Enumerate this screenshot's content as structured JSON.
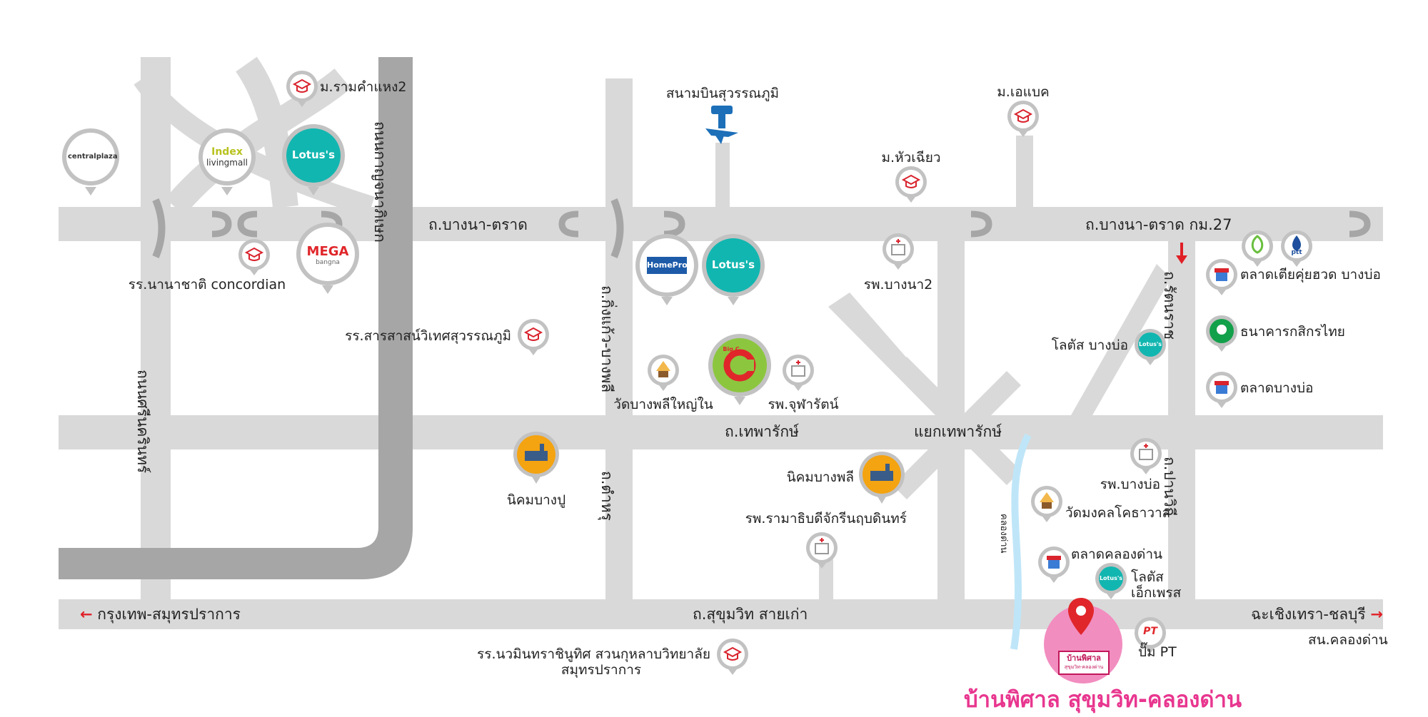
{
  "colors": {
    "road_light": "#d9d9d9",
    "road_dark": "#a6a6a6",
    "river": "#bfe6f8",
    "pin_ring": "#c2c2c2",
    "icon_red": "#d9232d",
    "accent_pink": "#e8368f",
    "arrow_red": "#e01f26",
    "lotus_teal": "#12b6b0",
    "factory_orange": "#f4a311"
  },
  "roads": {
    "bangna_trat": "ถ.บางนา-ตราด",
    "bangna_trat_km27": "ถ.บางนา-ตราด กม.27",
    "theparak": "ถ.เทพารักษ์",
    "sukhumvit": "ถ.สุขุมวิท สายเก่า",
    "srinakarin": "ถนนศรีนครินทร์",
    "kanchanaphisek": "ถนนกาญจนาภิเษก",
    "king_kaew": "ถ.กิ่งแก้ว-บางพลี",
    "tamru": "ถ.ตำหรุ",
    "kanchanawithi": "ถ.ปานวิถี",
    "rattanarat": "ถ.รัตนราช",
    "canal": "คลองด่าน",
    "to_bangkok": "กรุงเทพ-สมุทรปราการ",
    "to_chachoengsao": "ฉะเชิงเทรา-ชลบุรี",
    "khlong_dan_police": "สน.คลองด่าน",
    "theparak_junction": "แยกเทพารักษ์"
  },
  "places": {
    "ramkhamhaeng2": "ม.รามคำแหง2",
    "airport": "สนามบินสุวรรณภูมิ",
    "abac": "ม.เอแบค",
    "huachiew": "ม.หัวเฉียว",
    "concordian": "รร.นานาชาติ concordian",
    "sarasas": "รร.สารสาสน์วิเทศสุวรรณภูมิ",
    "bangna2_hospital": "รพ.บางนา2",
    "wat_bangphli_yai": "วัดบางพลีใหญ่ใน",
    "chularat_hospital": "รพ.จุฬารัตน์",
    "bangpoo_estate": "นิคมบางปู",
    "bangphli_estate": "นิคมบางพลี",
    "ramathibodi": "รพ.รามาธิบดีจักรีนฤบดินทร์",
    "lotus_bangbo": "โลตัส บางบ่อ",
    "talad_tia": "ตลาดเตียคุ่ยฮวด บางบ่อ",
    "kasikorn": "ธนาคารกสิกรไทย",
    "talad_bangbo": "ตลาดบางบ่อ",
    "bangbo_hospital": "รพ.บางบ่อ",
    "wat_mongkhon": "วัดมงคลโคธาวาส",
    "talad_khlongdan": "ตลาดคลองด่าน",
    "lotus_express_1": "โลตัส",
    "lotus_express_2": "เอ็กเพรส",
    "pt_station": "ปั๊ม PT",
    "nawamin_school": "รร.นวมินทราชินูทิศ สวนกุหลาบวิทยาลัย",
    "samut_prakan": "สมุทรปราการ"
  },
  "logos": {
    "centralplaza": "centralplaza",
    "index_1": "Index",
    "index_2": "livingmall",
    "lotus": "Lotus's",
    "mega": "MEGA",
    "mega_sub": "bangna",
    "homepro": "HomePro",
    "bigc": "Big C",
    "ptt": "ptt",
    "bangchak": "bangchak",
    "lotus_small": "Lotus's",
    "pt": "PT",
    "project_sign": "บ้านพิศาล",
    "project_sub": "สุขุมวิท-คลองด่าน"
  },
  "project_title": "บ้านพิศาล สุขุมวิท-คลองด่าน",
  "icons": {
    "school": "graduation-cap-icon",
    "hospital": "hospital-icon",
    "temple": "temple-icon",
    "factory": "factory-icon",
    "market": "market-stall-icon",
    "airport": "control-tower-icon",
    "location": "location-pin-icon"
  }
}
